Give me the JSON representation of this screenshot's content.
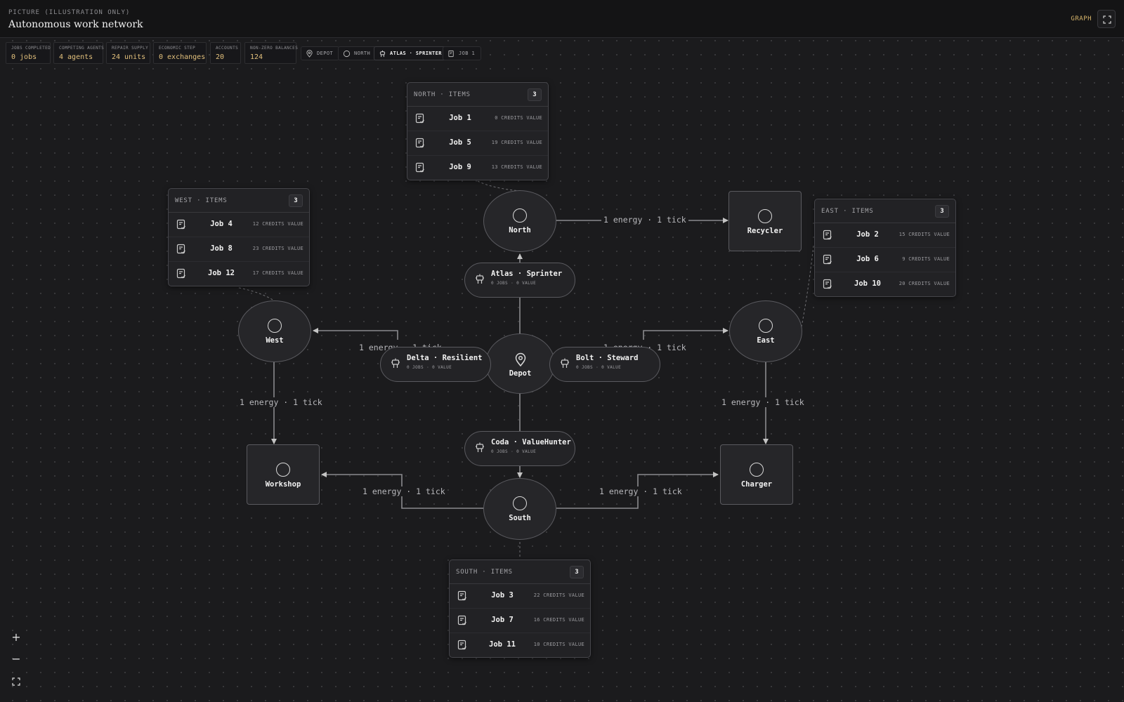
{
  "header": {
    "eyebrow": "PICTURE (ILLUSTRATION ONLY)",
    "title": "Autonomous work network",
    "view_label": "GRAPH",
    "fullscreen_icon": "expand-icon"
  },
  "stats": [
    {
      "label": "JOBS COMPLETED",
      "value": "0 jobs"
    },
    {
      "label": "COMPETING AGENTS",
      "value": "4 agents"
    },
    {
      "label": "REPAIR SUPPLY",
      "value": "24 units"
    },
    {
      "label": "ECONOMIC STEP",
      "value": "0 exchanges"
    },
    {
      "label": "ACCOUNTS",
      "value": "20"
    },
    {
      "label": "NON-ZERO BALANCES",
      "value": "124"
    }
  ],
  "chips": [
    {
      "label": "DEPOT",
      "icon": "pin-icon"
    },
    {
      "label": "NORTH",
      "icon": "circle-icon"
    },
    {
      "label": "ATLAS · SPRINTER",
      "icon": "robot-icon",
      "active": true
    },
    {
      "label": "JOB 1",
      "icon": "job-icon"
    }
  ],
  "panels": {
    "north": {
      "title": "NORTH · ITEMS",
      "count": "3",
      "rows": [
        {
          "name": "Job 1",
          "value": "0 CREDITS VALUE"
        },
        {
          "name": "Job 5",
          "value": "19 CREDITS VALUE"
        },
        {
          "name": "Job 9",
          "value": "13 CREDITS VALUE"
        }
      ]
    },
    "west": {
      "title": "WEST · ITEMS",
      "count": "3",
      "rows": [
        {
          "name": "Job 4",
          "value": "12 CREDITS VALUE"
        },
        {
          "name": "Job 8",
          "value": "23 CREDITS VALUE"
        },
        {
          "name": "Job 12",
          "value": "17 CREDITS VALUE"
        }
      ]
    },
    "east": {
      "title": "EAST · ITEMS",
      "count": "3",
      "rows": [
        {
          "name": "Job 2",
          "value": "15 CREDITS VALUE"
        },
        {
          "name": "Job 6",
          "value": "9 CREDITS VALUE"
        },
        {
          "name": "Job 10",
          "value": "20 CREDITS VALUE"
        }
      ]
    },
    "south": {
      "title": "SOUTH · ITEMS",
      "count": "3",
      "rows": [
        {
          "name": "Job 3",
          "value": "22 CREDITS VALUE"
        },
        {
          "name": "Job 7",
          "value": "16 CREDITS VALUE"
        },
        {
          "name": "Job 11",
          "value": "10 CREDITS VALUE"
        }
      ]
    }
  },
  "nodes": {
    "north": "North",
    "west": "West",
    "east": "East",
    "south": "South",
    "depot": "Depot",
    "recycler": "Recycler",
    "workshop": "Workshop",
    "charger": "Charger"
  },
  "agents": {
    "atlas": {
      "name": "Atlas · Sprinter",
      "sub": "0 JOBS · 0 VALUE"
    },
    "delta": {
      "name": "Delta · Resilient",
      "sub": "0 JOBS · 0 VALUE"
    },
    "bolt": {
      "name": "Bolt · Steward",
      "sub": "0 JOBS · 0 VALUE"
    },
    "coda": {
      "name": "Coda · ValueHunter",
      "sub": "0 JOBS · 0 VALUE"
    }
  },
  "edge_labels": {
    "north_recycler": "1 energy · 1 tick",
    "depot_west": "1 energy · 1 tick",
    "depot_east": "1 energy · 1 tick",
    "west_workshop": "1 energy · 1 tick",
    "east_charger": "1 energy · 1 tick",
    "south_workshop": "1 energy · 1 tick",
    "south_charger": "1 energy · 1 tick"
  },
  "zoom_controls": {
    "zoom_in": "+",
    "zoom_out": "−",
    "fit": "fit-view-icon"
  }
}
